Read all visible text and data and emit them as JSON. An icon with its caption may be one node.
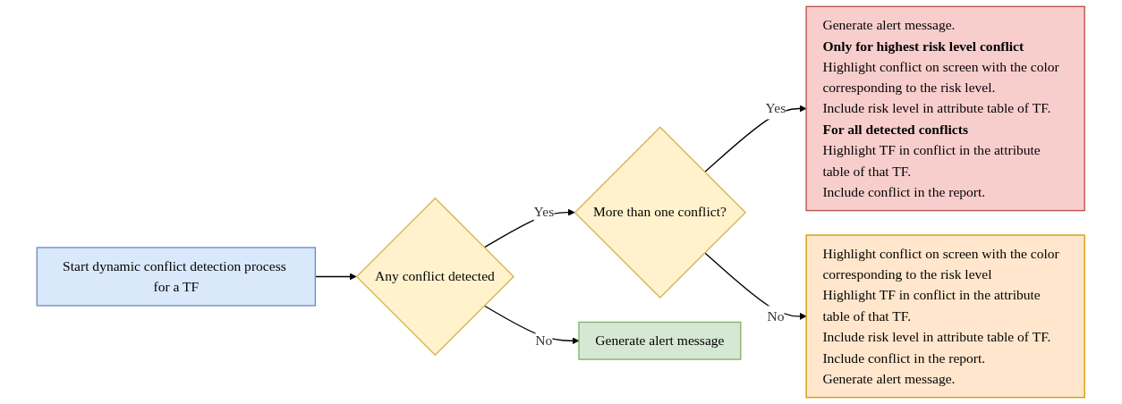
{
  "diagram": {
    "nodes": [
      {
        "text": [
          "Start dynamic conflict detection process for a TF"
        ]
      },
      {
        "text": [
          "Any conflict detected"
        ]
      },
      {
        "text": [
          "More than one conflict?"
        ]
      },
      {
        "text": [
          "Generate alert message"
        ]
      },
      {
        "text": [
          "Highlight conflict on screen with the color corresponding to the risk level",
          "Highlight TF in conflict in the attribute table of that TF.",
          "Include risk level in attribute table of TF.",
          "Include conflict in the report.",
          "Generate alert message."
        ]
      },
      {
        "text": [
          "Generate alert message.",
          "Only for highest risk level conflict",
          "Highlight conflict on screen with the color corresponding to the risk level.",
          "Include risk level in attribute table of TF.",
          "For all detected conflicts",
          "Highlight TF in conflict in the attribute table of that TF.",
          "Include conflict in the report."
        ]
      }
    ],
    "edges": [
      {
        "from": 0,
        "to": 1,
        "arrow": "to"
      },
      {
        "from": 1,
        "to": 2,
        "arrow": "to",
        "label": "Yes"
      },
      {
        "from": 1,
        "to": 3,
        "arrow": "to",
        "label": "No"
      },
      {
        "from": 2,
        "to": 5,
        "arrow": "to",
        "label": "Yes"
      },
      {
        "from": 2,
        "to": 4,
        "arrow": "to",
        "label": "No"
      }
    ]
  }
}
